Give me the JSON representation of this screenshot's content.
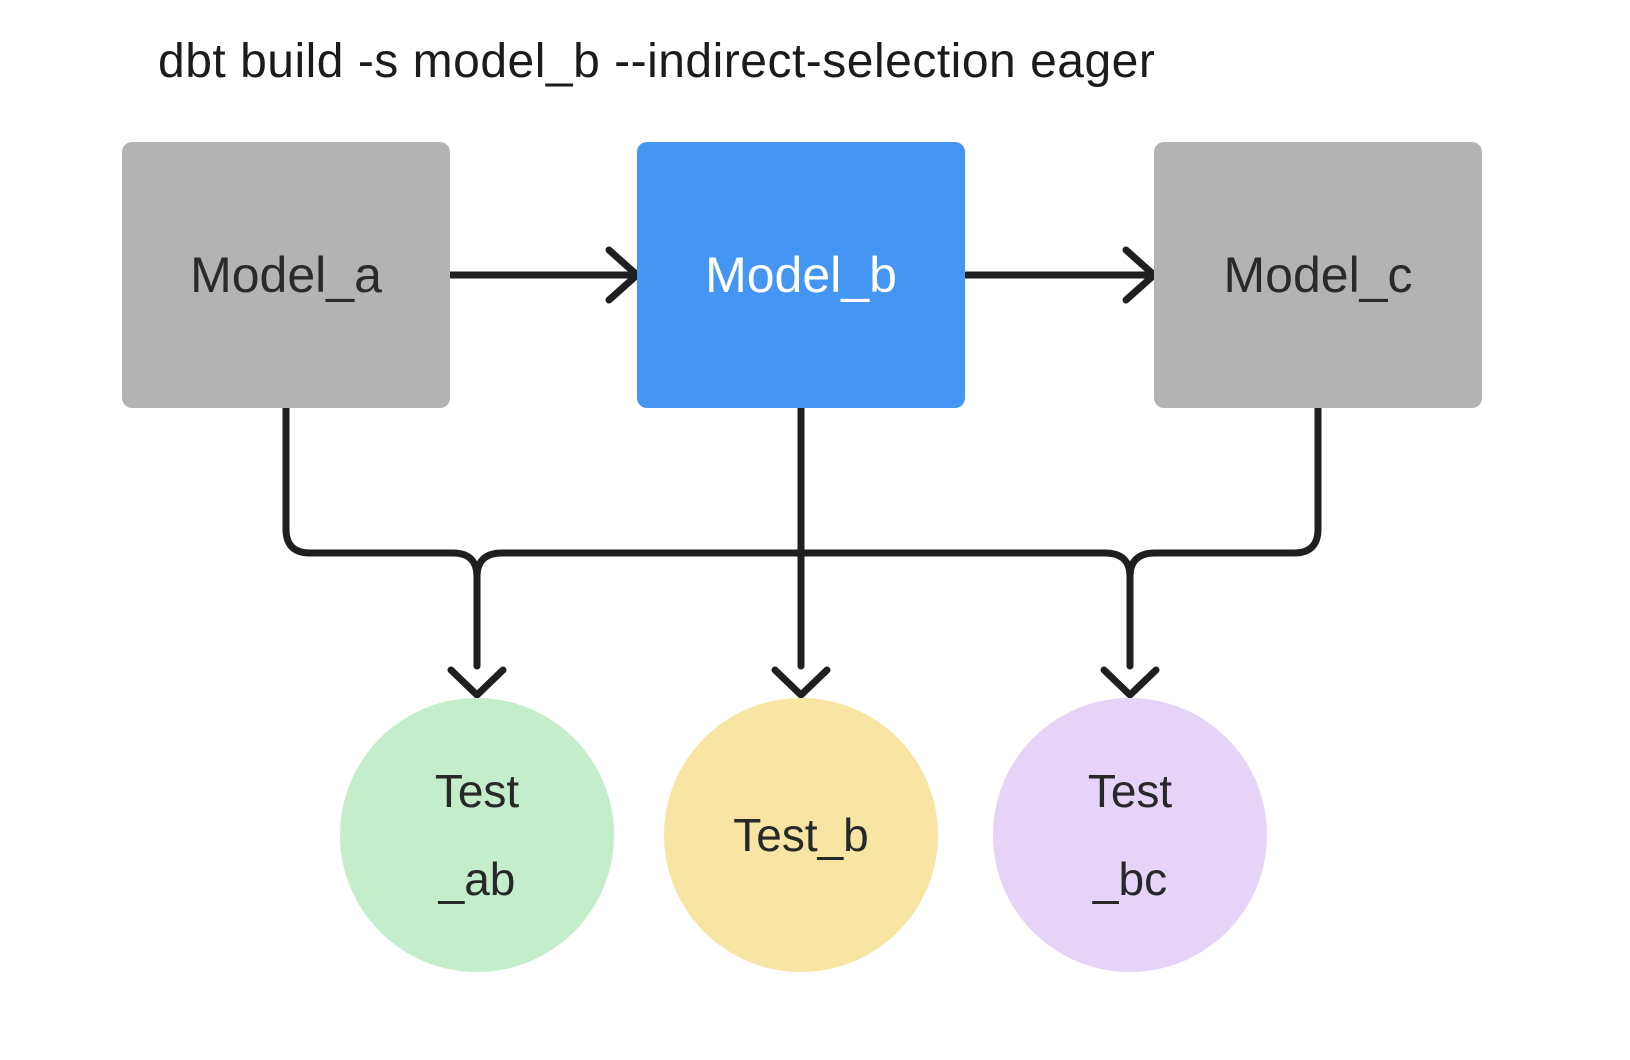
{
  "title": "dbt build -s model_b --indirect-selection eager",
  "line_color": "#1f1f1f",
  "models": [
    {
      "id": "model_a",
      "label": "Model_a",
      "fill": "#b3b3b3",
      "text_color": "#2a2a2c",
      "selected": false
    },
    {
      "id": "model_b",
      "label": "Model_b",
      "fill": "#4596f2",
      "text_color": "#ffffff",
      "selected": true
    },
    {
      "id": "model_c",
      "label": "Model_c",
      "fill": "#b3b3b3",
      "text_color": "#2a2a2c",
      "selected": false
    }
  ],
  "tests": [
    {
      "id": "test_ab",
      "lines": [
        "Test",
        "_ab"
      ],
      "fill": "#c3edcb"
    },
    {
      "id": "test_b",
      "lines": [
        "Test_b"
      ],
      "fill": "#f8e5a4"
    },
    {
      "id": "test_bc",
      "lines": [
        "Test",
        "_bc"
      ],
      "fill": "#e5d3f8"
    }
  ],
  "edges": [
    {
      "from": "model_a",
      "to": "model_b"
    },
    {
      "from": "model_b",
      "to": "model_c"
    },
    {
      "from": "model_a",
      "to": "test_ab"
    },
    {
      "from": "model_b",
      "to": "test_ab"
    },
    {
      "from": "model_b",
      "to": "test_b"
    },
    {
      "from": "model_b",
      "to": "test_bc"
    },
    {
      "from": "model_c",
      "to": "test_bc"
    }
  ]
}
